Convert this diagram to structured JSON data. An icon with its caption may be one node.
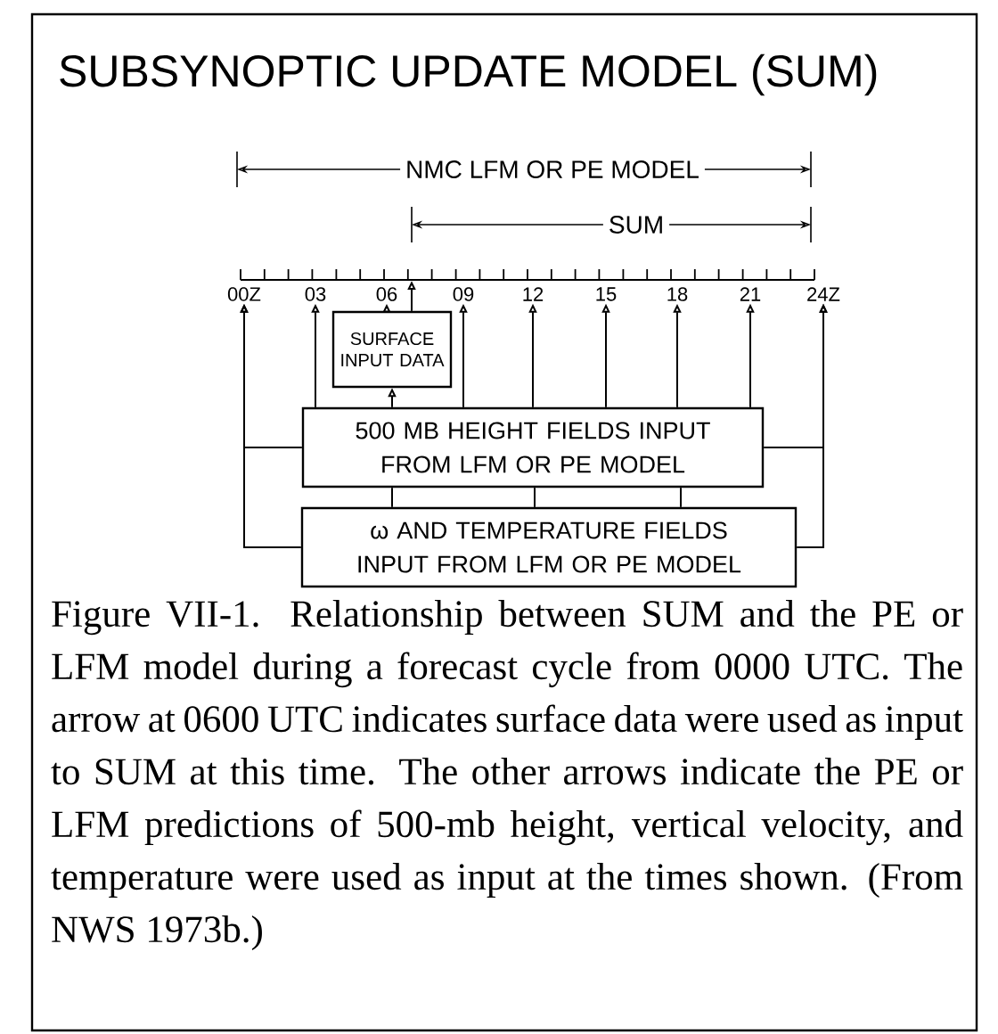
{
  "diagram": {
    "title": "SUBSYNOPTIC UPDATE MODEL (SUM)",
    "caption": "Figure VII-1.  Relationship between SUM and the PE or LFM model during a forecast cycle from 0000 UTC.  The arrow at 0600 UTC indicates surface data were used as input to SUM at this time.  The other arrows indicate the PE or LFM predictions of 500-mb height, vertical velocity, and temperature were used as input at the times shown.  (From NWS 1973b.)",
    "nodes": [
      {
        "text": [
          "00Z"
        ]
      },
      {
        "text": [
          "03"
        ]
      },
      {
        "text": [
          "06"
        ]
      },
      {
        "text": [
          "09"
        ]
      },
      {
        "text": [
          "12"
        ]
      },
      {
        "text": [
          "15"
        ]
      },
      {
        "text": [
          "18"
        ]
      },
      {
        "text": [
          "21"
        ]
      },
      {
        "text": [
          "24Z"
        ]
      },
      {
        "text": [
          "SURFACE INPUT DATA"
        ]
      },
      {
        "text": [
          "500 MB HEIGHT FIELDS INPUT FROM LFM OR PE MODEL"
        ]
      },
      {
        "text": [
          "ω AND TEMPERATURE FIELDS INPUT FROM LFM OR PE MODEL"
        ]
      },
      {
        "text": [],
        "shape": "bar"
      }
    ],
    "edges": [
      {
        "from": 10,
        "to": 0,
        "arrow": "to"
      },
      {
        "from": 11,
        "to": 0,
        "arrow": "to"
      },
      {
        "from": 10,
        "to": 1,
        "arrow": "to"
      },
      {
        "from": 10,
        "to": 9,
        "arrow": "to"
      },
      {
        "from": 9,
        "to": 2,
        "arrow": "to"
      },
      {
        "from": 9,
        "to": 12,
        "arrow": "to"
      },
      {
        "from": 10,
        "to": 3,
        "arrow": "to"
      },
      {
        "from": 10,
        "to": 4,
        "arrow": "to"
      },
      {
        "from": 10,
        "to": 5,
        "arrow": "to"
      },
      {
        "from": 10,
        "to": 6,
        "arrow": "to"
      },
      {
        "from": 10,
        "to": 7,
        "arrow": "to"
      },
      {
        "from": 10,
        "to": 8,
        "arrow": "to"
      },
      {
        "from": 11,
        "to": 8,
        "arrow": "to"
      },
      {
        "from": 11,
        "to": 10,
        "arrow": "none"
      },
      {
        "from": 11,
        "to": 10,
        "arrow": "none"
      },
      {
        "from": 11,
        "to": 10,
        "arrow": "none"
      }
    ],
    "labels": [
      "NMC LFM OR PE MODEL",
      "SUM"
    ]
  }
}
